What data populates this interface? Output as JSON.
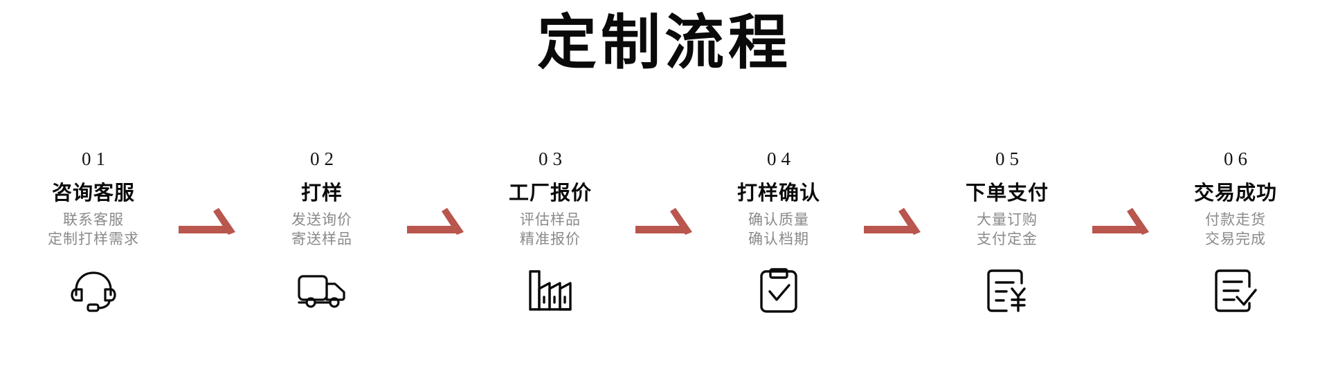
{
  "page": {
    "title": "定制流程",
    "background_color": "#ffffff",
    "accent_color": "#b9564e",
    "title_color": "#0a0a0a",
    "desc_color": "#8a8a8a"
  },
  "flow": {
    "arrow_icon": "arrow-right-icon",
    "arrow_color": "#b9564e",
    "arrow_count": 5,
    "steps": [
      {
        "number": "01",
        "title": "咨询客服",
        "desc_line1": "联系客服",
        "desc_line2": "定制打样需求",
        "icon": "headset-icon"
      },
      {
        "number": "02",
        "title": "打样",
        "desc_line1": "发送询价",
        "desc_line2": "寄送样品",
        "icon": "delivery-truck-icon"
      },
      {
        "number": "03",
        "title": "工厂报价",
        "desc_line1": "评估样品",
        "desc_line2": "精准报价",
        "icon": "factory-icon"
      },
      {
        "number": "04",
        "title": "打样确认",
        "desc_line1": "确认质量",
        "desc_line2": "确认档期",
        "icon": "clipboard-check-icon"
      },
      {
        "number": "05",
        "title": "下单支付",
        "desc_line1": "大量订购",
        "desc_line2": "支付定金",
        "icon": "invoice-yuan-icon"
      },
      {
        "number": "06",
        "title": "交易成功",
        "desc_line1": "付款走货",
        "desc_line2": "交易完成",
        "icon": "document-check-icon"
      }
    ]
  }
}
